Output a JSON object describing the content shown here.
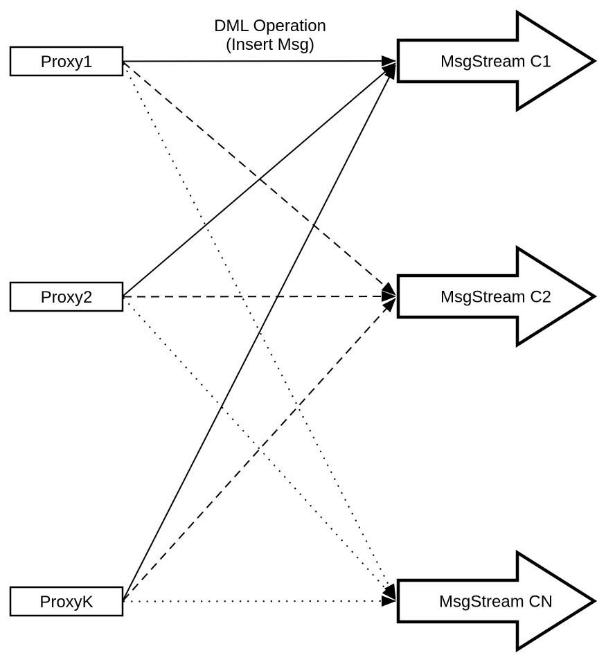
{
  "diagram": {
    "annotation": {
      "line1": "DML Operation",
      "line2": "(Insert Msg)"
    },
    "proxies": [
      {
        "label": "Proxy1"
      },
      {
        "label": "Proxy2"
      },
      {
        "label": "ProxyK"
      }
    ],
    "streams": [
      {
        "label": "MsgStream C1"
      },
      {
        "label": "MsgStream C2"
      },
      {
        "label": "MsgStream CN"
      }
    ],
    "edges": [
      {
        "from": "Proxy1",
        "to": "MsgStream C1",
        "style": "solid"
      },
      {
        "from": "Proxy1",
        "to": "MsgStream C2",
        "style": "dashed"
      },
      {
        "from": "Proxy1",
        "to": "MsgStream CN",
        "style": "dotted"
      },
      {
        "from": "Proxy2",
        "to": "MsgStream C1",
        "style": "solid"
      },
      {
        "from": "Proxy2",
        "to": "MsgStream C2",
        "style": "dashed"
      },
      {
        "from": "Proxy2",
        "to": "MsgStream CN",
        "style": "dotted"
      },
      {
        "from": "ProxyK",
        "to": "MsgStream C1",
        "style": "solid"
      },
      {
        "from": "ProxyK",
        "to": "MsgStream C2",
        "style": "dashed"
      },
      {
        "from": "ProxyK",
        "to": "MsgStream CN",
        "style": "dotted"
      }
    ],
    "colors": {
      "stroke": "#000000",
      "shape_fill": "#ffffff",
      "background": "#ffffff",
      "text": "#000000"
    }
  }
}
